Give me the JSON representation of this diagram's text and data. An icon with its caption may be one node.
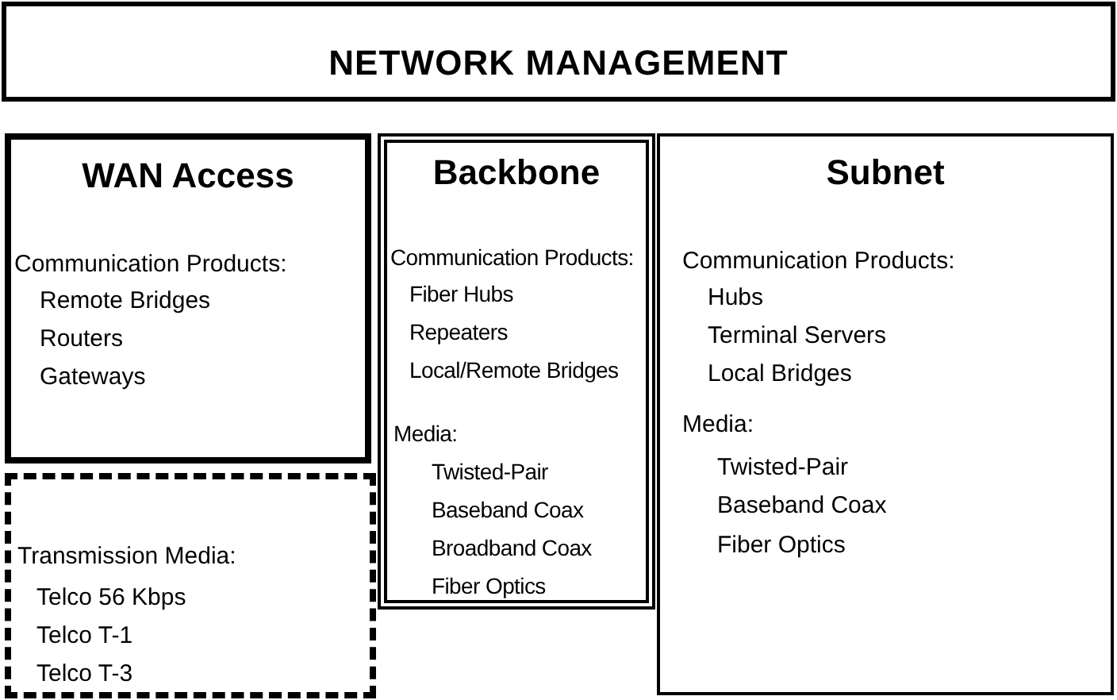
{
  "diagram": {
    "nodes": [
      {
        "text": [
          "NETWORK MANAGEMENT"
        ]
      },
      {
        "text": [
          "WAN Access",
          "Communication Products:",
          "Remote Bridges",
          "Routers",
          "Gateways"
        ]
      },
      {
        "text": [
          "Transmission Media:",
          "Telco 56 Kbps",
          "Telco T-1",
          "Telco T-3"
        ]
      },
      {
        "text": [
          "Backbone",
          "Communication Products:",
          "Fiber Hubs",
          "Repeaters",
          "Local/Remote Bridges",
          "Media:",
          "Twisted-Pair",
          "Baseband Coax",
          "Broadband Coax",
          "Fiber Optics"
        ]
      },
      {
        "text": [
          "Subnet",
          "Communication Products:",
          "Hubs",
          "Terminal Servers",
          "Local Bridges",
          "Media:",
          "Twisted-Pair",
          "Baseband Coax",
          "Fiber Optics"
        ]
      }
    ],
    "edges": []
  }
}
